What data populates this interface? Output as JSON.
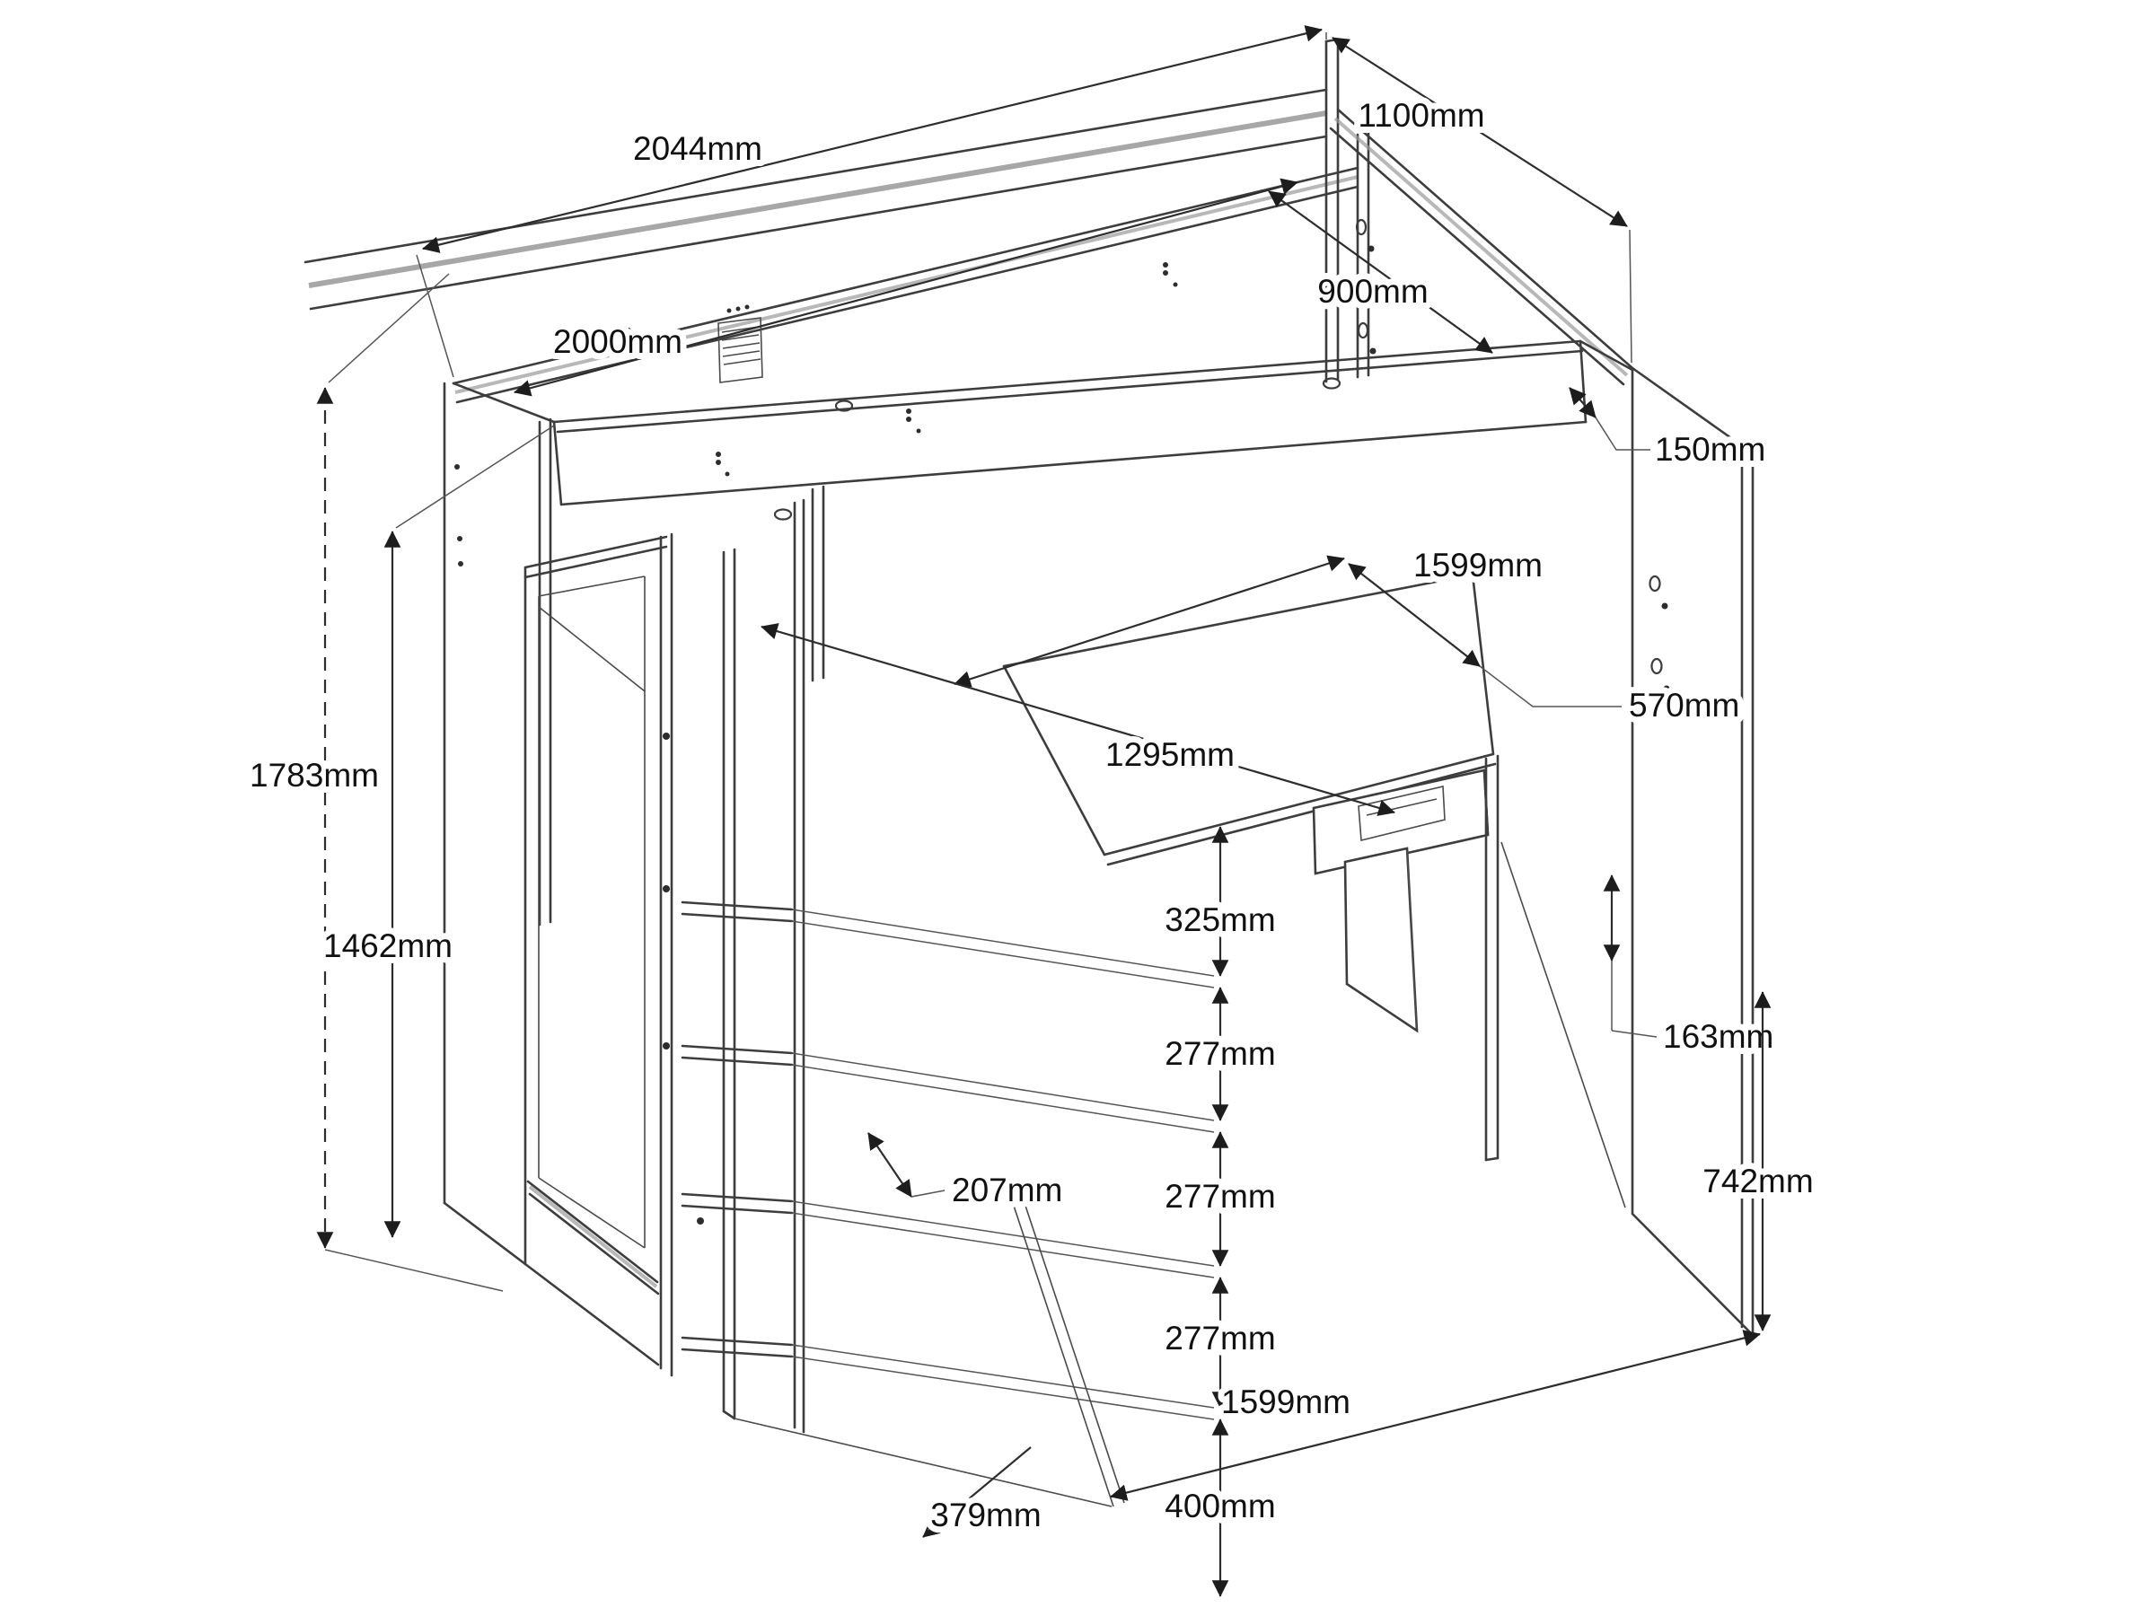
{
  "drawing": {
    "type": "isometric furniture dimension drawing",
    "subject": "loft bed with wardrobe, shelf ladder and desk",
    "units": "mm",
    "line_color": "#3d3d3d",
    "background_color": "#ffffff"
  },
  "dimension_labels": {
    "overall_length": "2044mm",
    "overall_depth": "1100mm",
    "bed_interior_width": "900mm",
    "bed_interior_length": "2000mm",
    "guard_rail_height": "150mm",
    "desk_length_top": "1599mm",
    "desk_depth": "570mm",
    "under_bed_clearance": "1295mm",
    "overall_height": "1783mm",
    "height_to_bed_base": "1462mm",
    "shelf_gap_1": "325mm",
    "shelf_gap_2": "277mm",
    "shelf_gap_3": "277mm",
    "shelf_gap_4": "277mm",
    "shelf_thickness_gap": "207mm",
    "drawer_height": "163mm",
    "desk_height": "742mm",
    "desk_length_bottom": "1599mm",
    "shelf_depth": "379mm",
    "bottom_shelf_to_floor": "400mm"
  }
}
